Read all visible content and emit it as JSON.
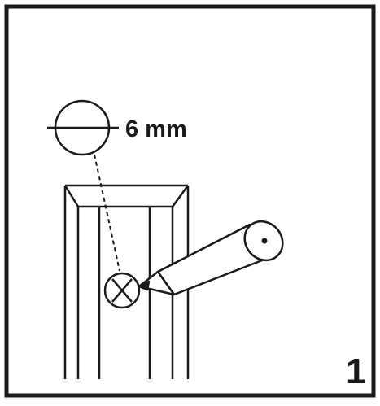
{
  "drill": {
    "diameter_label": "6 mm"
  },
  "step": {
    "number": "1"
  },
  "colors": {
    "ink": "#1a1a1a",
    "background": "#ffffff"
  },
  "icons": {
    "hole_symbol": "circle-with-horizontal-line",
    "mark": "circle-with-x",
    "tool": "pencil"
  }
}
